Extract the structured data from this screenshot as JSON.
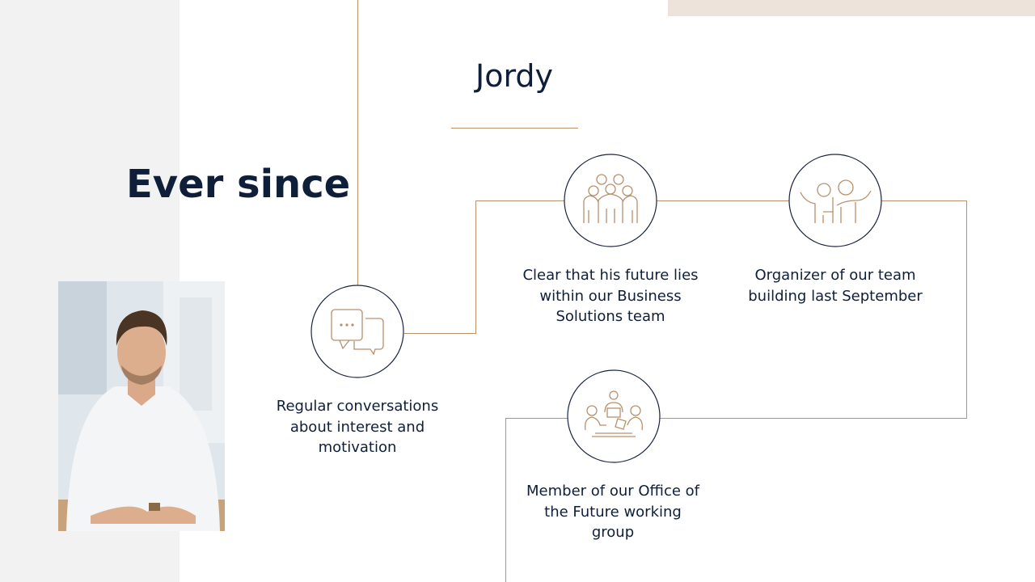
{
  "slide": {
    "heading": "Ever since",
    "name": "Jordy",
    "colors": {
      "navy": "#0f1f3a",
      "accent": "#b8906c",
      "panel": "#f2f2f2",
      "topbar": "#ede3da"
    },
    "milestones": [
      {
        "icon": "chat-bubbles-icon",
        "text": "Regular conversations about interest and motivation"
      },
      {
        "icon": "team-group-icon",
        "text": "Clear that his future lies within our Business Solutions team"
      },
      {
        "icon": "celebrating-people-icon",
        "text": "Organizer of our team building last September"
      },
      {
        "icon": "meeting-table-icon",
        "text": "Member of our Office of the Future working group"
      }
    ]
  }
}
